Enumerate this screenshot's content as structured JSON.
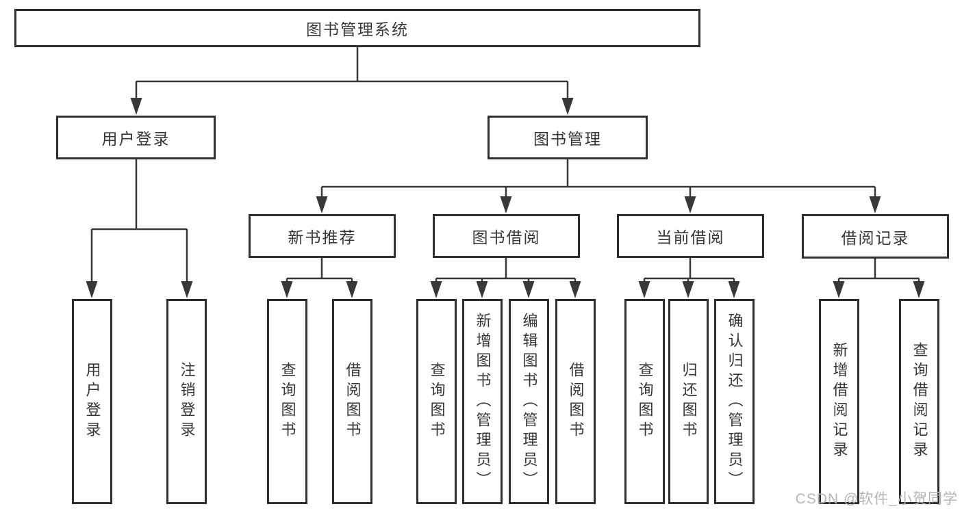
{
  "diagram": {
    "root": {
      "label": "图书管理系统"
    },
    "level2": [
      {
        "label": "用户登录"
      },
      {
        "label": "图书管理"
      }
    ],
    "level3": [
      {
        "label": "新书推荐"
      },
      {
        "label": "图书借阅"
      },
      {
        "label": "当前借阅"
      },
      {
        "label": "借阅记录"
      }
    ],
    "leaves": [
      {
        "label": "用户登录"
      },
      {
        "label": "注销登录"
      },
      {
        "label": "查询图书"
      },
      {
        "label": "借阅图书"
      },
      {
        "label": "查询图书"
      },
      {
        "label": "新增图书（管理员）"
      },
      {
        "label": "编辑图书（管理员）"
      },
      {
        "label": "借阅图书"
      },
      {
        "label": "查询图书"
      },
      {
        "label": "归还图书"
      },
      {
        "label": "确认归还（管理员）"
      },
      {
        "label": "新增借阅记录"
      },
      {
        "label": "查询借阅记录"
      }
    ]
  },
  "watermark": {
    "text": "CSDN @软件_小贺同学"
  },
  "colors": {
    "line": "#383838",
    "box_border": "#2e2e2e",
    "text": "#363636",
    "background": "#ffffff",
    "watermark": "#b5b5b5"
  }
}
